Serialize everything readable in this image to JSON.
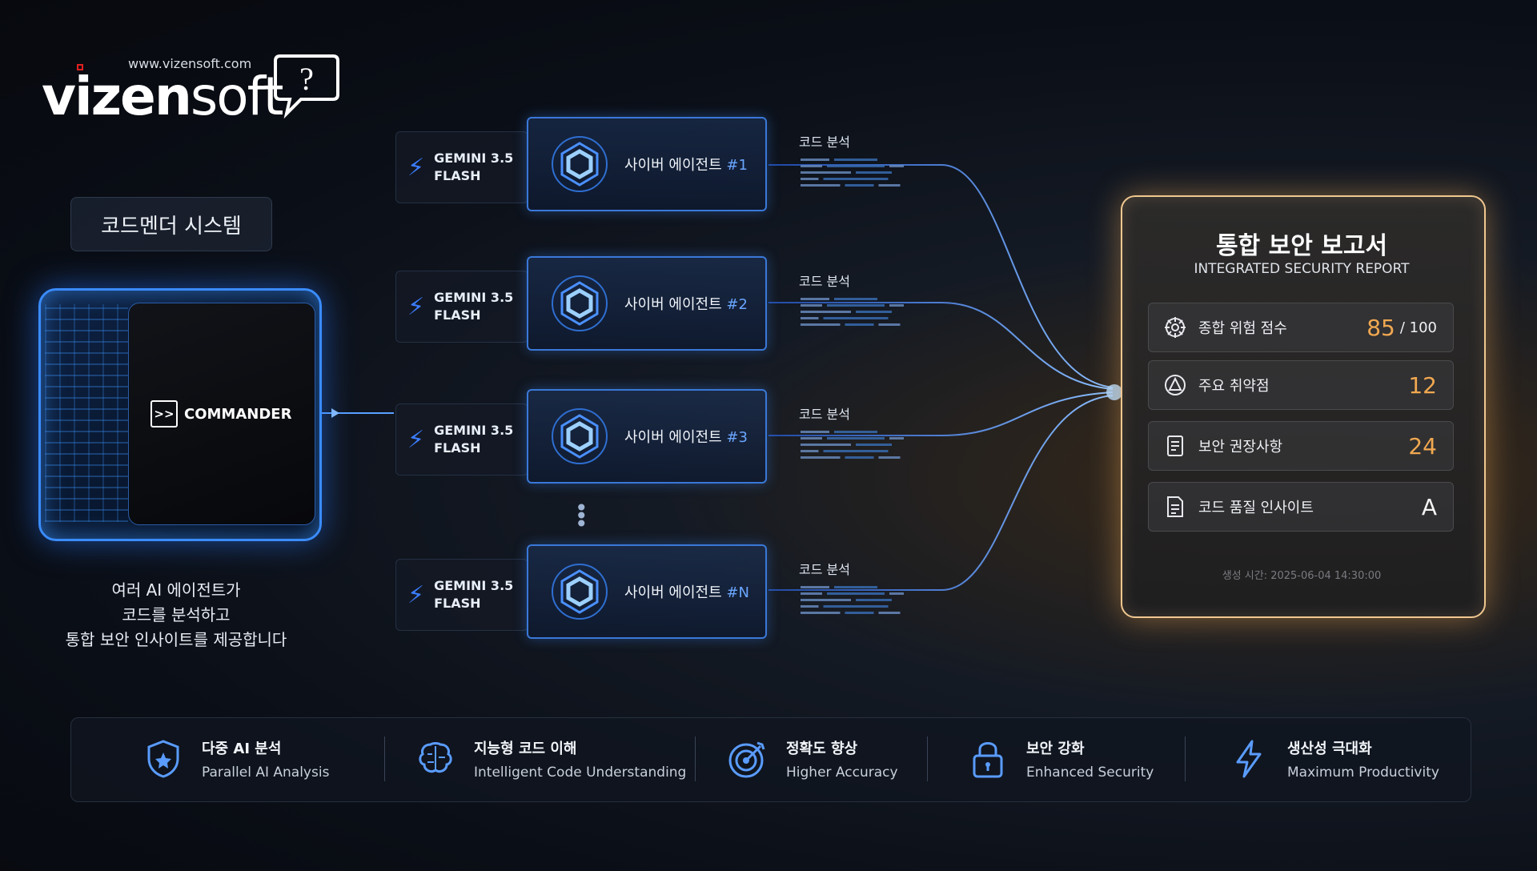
{
  "logo": {
    "url": "www.vizensoft.com",
    "main": "vizen",
    "soft": "soft",
    "bubble": "?"
  },
  "system_label": "코드멘더 시스템",
  "commander": {
    "label": "COMMANDER",
    "icon": ">>"
  },
  "description": [
    "여러 AI 에이전트가",
    "코드를 분석하고",
    "통합 보안 인사이트를 제공합니다"
  ],
  "agents": [
    {
      "model": [
        "GEMINI 3.5",
        "FLASH"
      ],
      "name": "사이버 에이전트",
      "num": "#1",
      "code_label": "코드 분석"
    },
    {
      "model": [
        "GEMINI 3.5",
        "FLASH"
      ],
      "name": "사이버 에이전트",
      "num": "#2",
      "code_label": "코드 분석"
    },
    {
      "model": [
        "GEMINI 3.5",
        "FLASH"
      ],
      "name": "사이버 에이전트",
      "num": "#3",
      "code_label": "코드 분석"
    },
    {
      "model": [
        "GEMINI 3.5",
        "FLASH"
      ],
      "name": "사이버 에이전트",
      "num": "#N",
      "code_label": "코드 분석"
    }
  ],
  "ellipsis": "⋮",
  "report": {
    "title": "통합 보안 보고서",
    "subtitle": "INTEGRATED SECURITY REPORT",
    "rows": [
      {
        "icon": "gear-icon",
        "label": "종합 위험 점수",
        "value": "85",
        "max": "/ 100"
      },
      {
        "icon": "warning-icon",
        "label": "주요 취약점",
        "value": "12"
      },
      {
        "icon": "document-icon",
        "label": "보안 권장사항",
        "value": "24"
      },
      {
        "icon": "code-document-icon",
        "label": "코드 품질 인사이트",
        "value": "A"
      }
    ],
    "footer": "생성 시간: 2025-06-04 14:30:00"
  },
  "features": [
    {
      "icon": "shield-icon",
      "title": "다중 AI 분석",
      "subtitle": "Parallel AI Analysis"
    },
    {
      "icon": "brain-icon",
      "title": "지능형 코드 이해",
      "subtitle": "Intelligent Code Understanding"
    },
    {
      "icon": "target-icon",
      "title": "정확도 향상",
      "subtitle": "Higher Accuracy"
    },
    {
      "icon": "lock-icon",
      "title": "보안 강화",
      "subtitle": "Enhanced Security"
    },
    {
      "icon": "lightning-icon",
      "title": "생산성 극대화",
      "subtitle": "Maximum Productivity"
    }
  ],
  "colors": {
    "accent_blue": "#3a78d8",
    "accent_orange": "#f0a850",
    "report_border": "#f0c890"
  }
}
